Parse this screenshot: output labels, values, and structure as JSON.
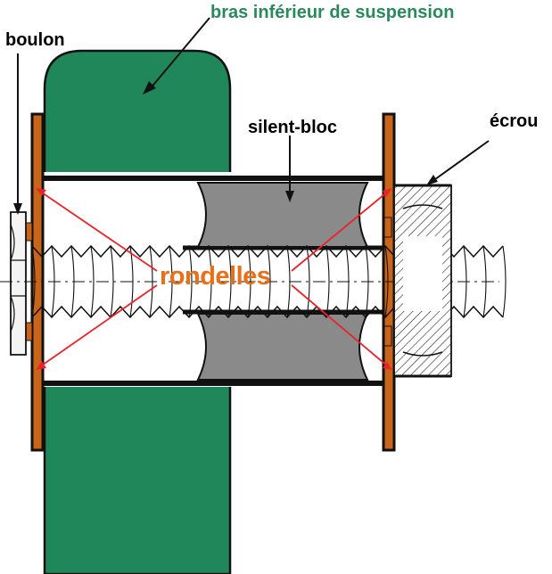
{
  "labels": {
    "arm": "bras inférieur de suspension",
    "bolt": "boulon",
    "bushing": "silent-bloc",
    "nut": "écrou",
    "washers": "rondelles"
  },
  "colors": {
    "arm_fill": "#20875a",
    "arm_label": "#2a8a5c",
    "plate_fill": "#c8651a",
    "rubber_fill": "#8a8a8a",
    "outline": "#111111",
    "washers_label": "#e8701a",
    "pointer_red": "#e8232a"
  }
}
